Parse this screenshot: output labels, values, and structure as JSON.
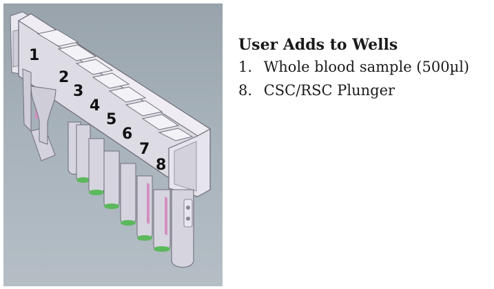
{
  "figure": {
    "well_labels": [
      "1",
      "2",
      "3",
      "4",
      "5",
      "6",
      "7",
      "8"
    ],
    "colors": {
      "background": "#a3aeb7",
      "cartridge_body": "#e4e2ea",
      "cartridge_shadow": "#b9b7c2",
      "seal_ring": "#5cb85c",
      "pink_accent": "#d38fbf"
    }
  },
  "legend": {
    "title": "User Adds to Wells",
    "items": [
      {
        "number": "1.",
        "text": "Whole blood sample (500µl)"
      },
      {
        "number": "8.",
        "text": "CSC/RSC Plunger"
      }
    ]
  }
}
